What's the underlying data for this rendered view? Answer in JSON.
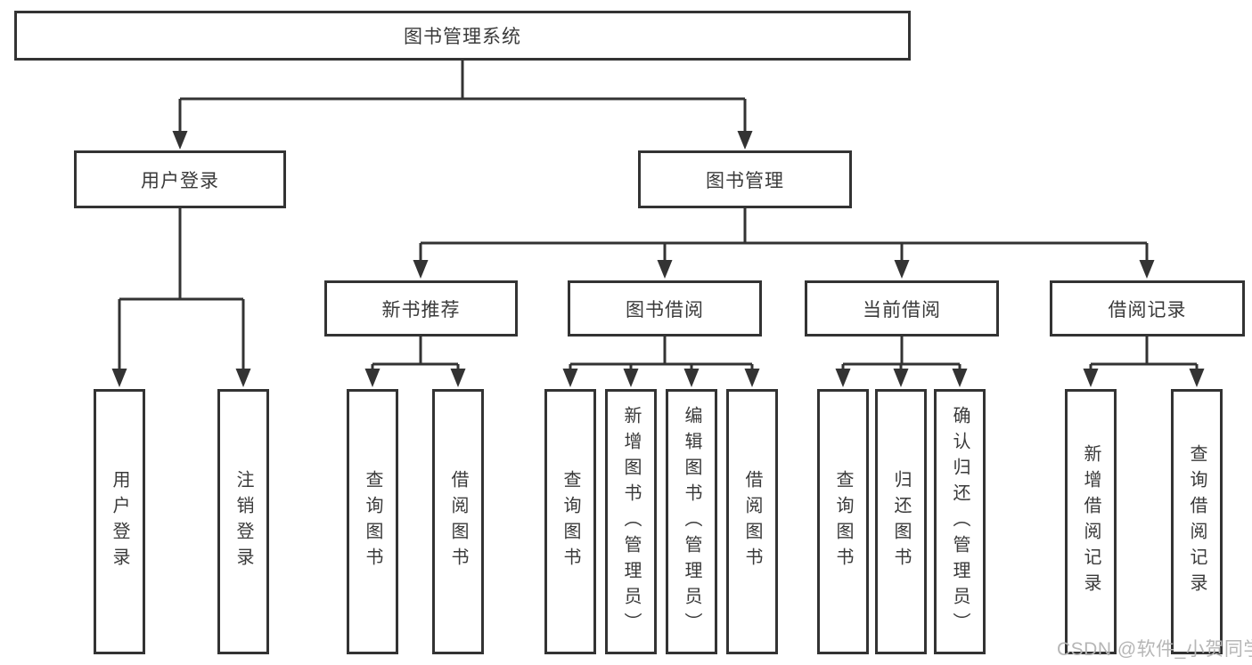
{
  "diagram": {
    "root": {
      "label": "图书管理系统"
    },
    "level2": [
      {
        "label": "用户登录"
      },
      {
        "label": "图书管理"
      }
    ],
    "level3": [
      {
        "label": "新书推荐"
      },
      {
        "label": "图书借阅"
      },
      {
        "label": "当前借阅"
      },
      {
        "label": "借阅记录"
      }
    ],
    "leaves": [
      {
        "label": "用户登录"
      },
      {
        "label": "注销登录"
      },
      {
        "label": "查询图书"
      },
      {
        "label": "借阅图书"
      },
      {
        "label": "查询图书"
      },
      {
        "label": "新增图书（管理员）"
      },
      {
        "label": "编辑图书（管理员）"
      },
      {
        "label": "借阅图书"
      },
      {
        "label": "查询图书"
      },
      {
        "label": "归还图书"
      },
      {
        "label": "确认归还（管理员）"
      },
      {
        "label": "新增借阅记录"
      },
      {
        "label": "查询借阅记录"
      }
    ]
  },
  "watermark": {
    "text": "CSDN @软件_小贺同学"
  },
  "colors": {
    "line": "#333333",
    "box_border": "#333333",
    "text": "#3a3a3a",
    "watermark": "#b6b6b6",
    "background": "#ffffff"
  }
}
